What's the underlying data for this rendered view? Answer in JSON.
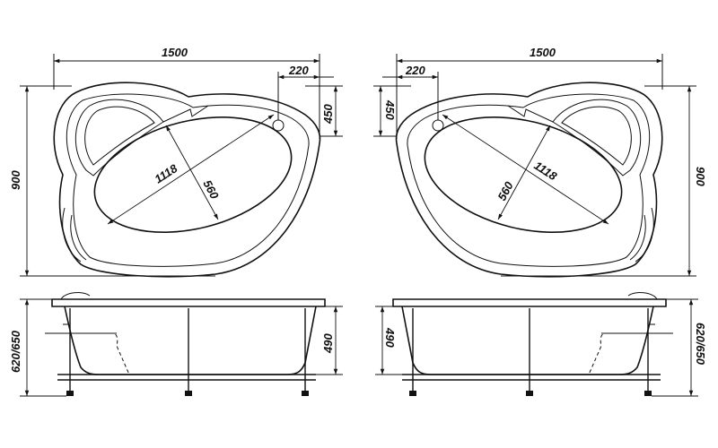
{
  "dimensions": {
    "width": "1500",
    "depth": "900",
    "drain_offset": "220",
    "wing_depth": "450",
    "diagonal_long": "1118",
    "diagonal_short": "560",
    "total_height": "620/650",
    "tub_height": "490"
  },
  "colors": {
    "line": "#111111",
    "background": "#ffffff"
  }
}
